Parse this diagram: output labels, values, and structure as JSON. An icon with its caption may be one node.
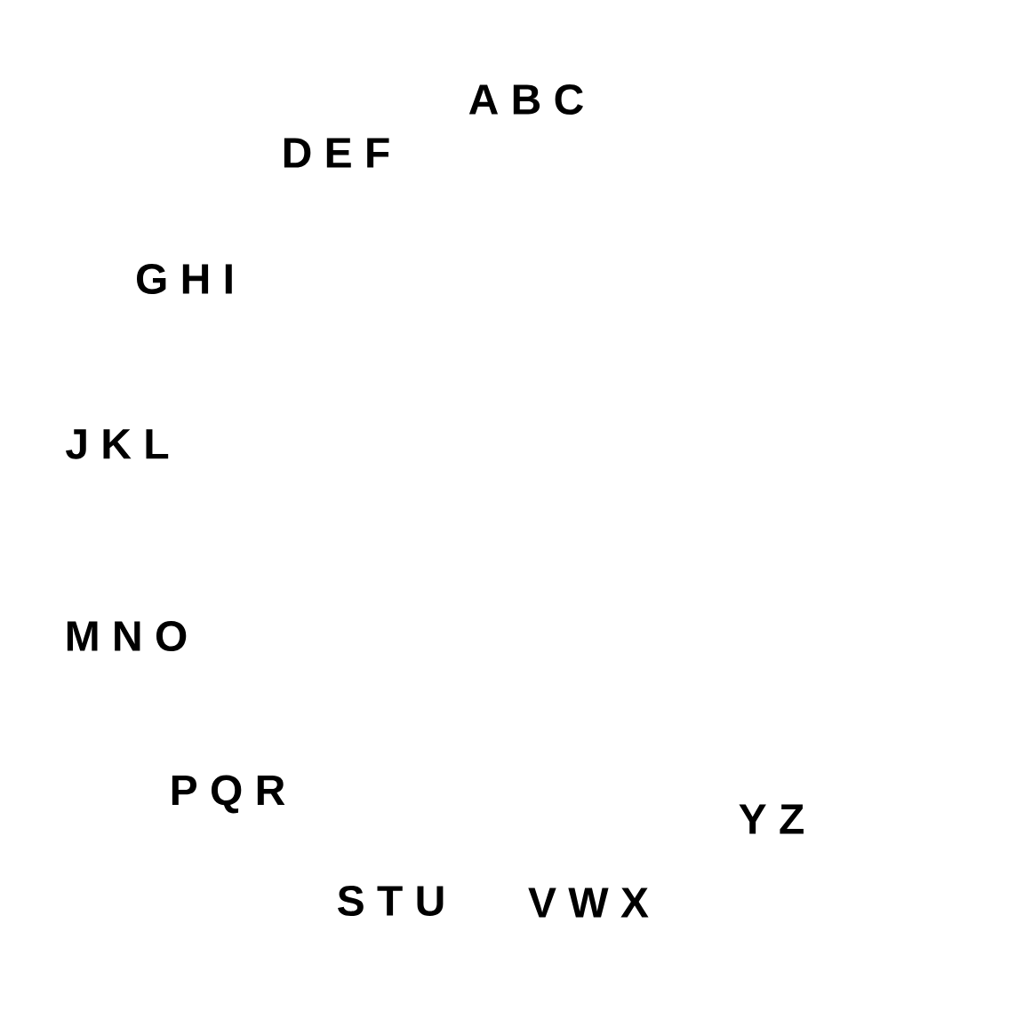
{
  "diagram": {
    "labels": [
      "A B C",
      "D E F",
      "G H I",
      "J K L",
      "M N O",
      "P Q R",
      "S T U",
      "V W X",
      "Y Z"
    ]
  }
}
